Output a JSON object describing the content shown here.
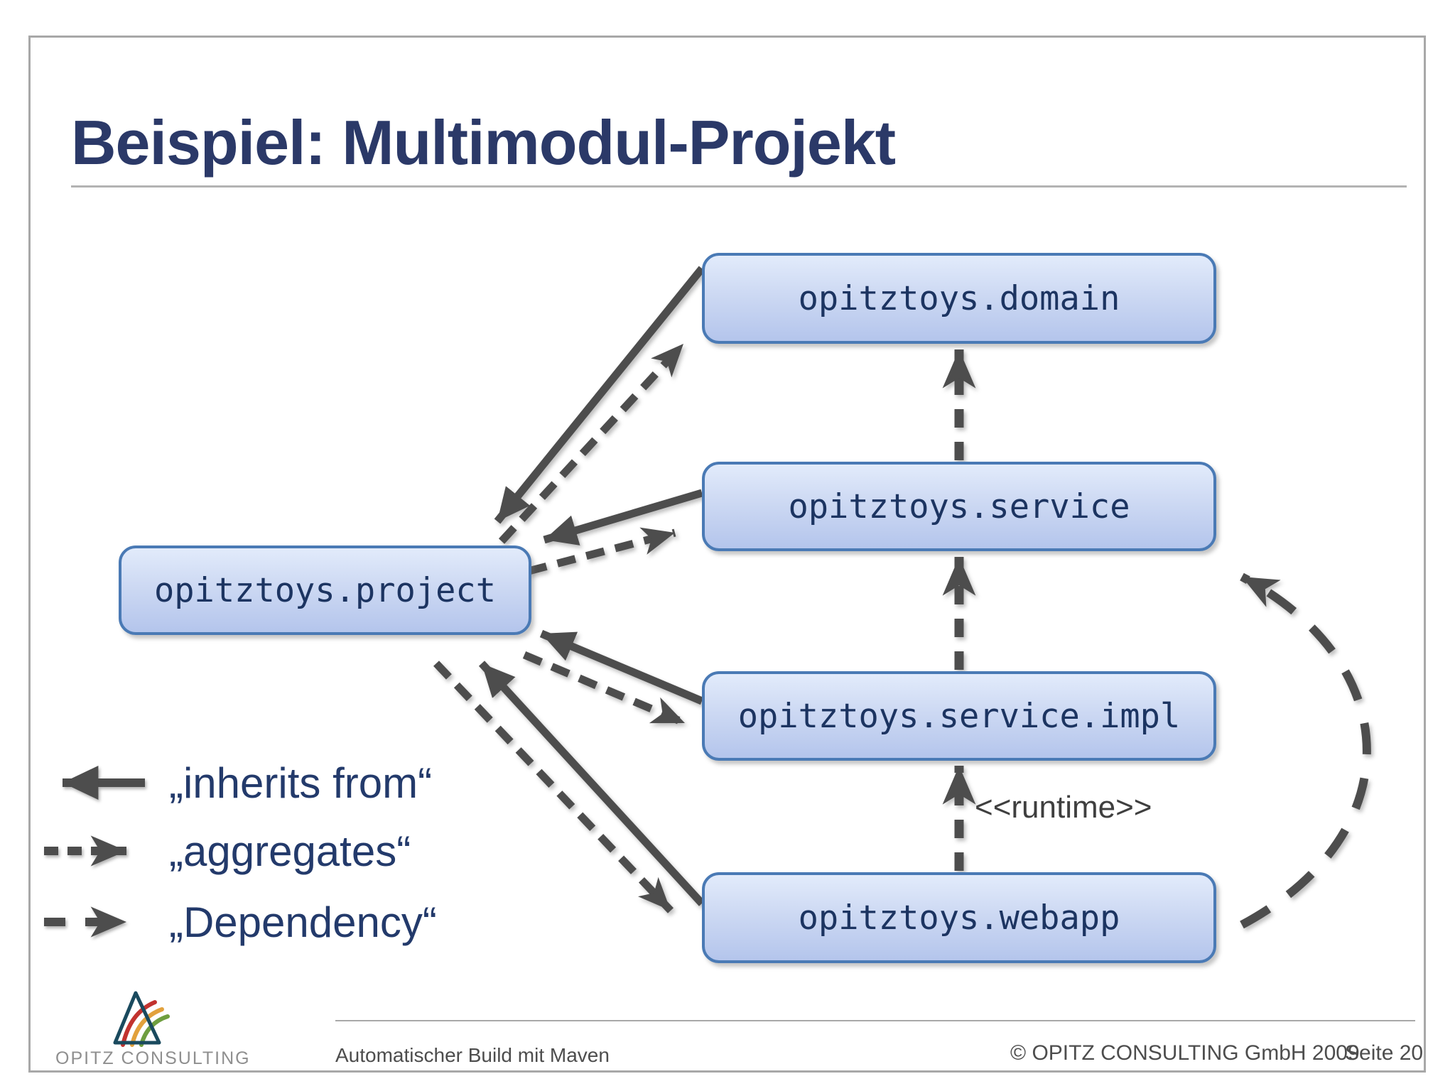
{
  "slide": {
    "title": "Beispiel: Multimodul-Projekt",
    "footer": {
      "left": "Automatischer Build mit Maven",
      "copyright": "© OPITZ CONSULTING GmbH 2009",
      "page": "Seite 20"
    },
    "logo_text": "OPITZ CONSULTING"
  },
  "diagram": {
    "modules": {
      "project": "opitztoys.project",
      "domain": "opitztoys.domain",
      "service": "opitztoys.service",
      "impl": "opitztoys.service.impl",
      "webapp": "opitztoys.webapp"
    },
    "runtime_label": "<<runtime>>",
    "legend": [
      {
        "style": "solid-arrow-left",
        "label": "„inherits from“"
      },
      {
        "style": "short-dash-arrow-right",
        "label": "„aggregates“"
      },
      {
        "style": "long-dash-arrow-right",
        "label": "„Dependency“"
      }
    ]
  },
  "colors": {
    "title_text": "#2b3968",
    "box_border": "#4a7ab5",
    "box_fill_top": "#e2ebfb",
    "box_fill_bottom": "#b4c5ec",
    "box_text": "#1c3461",
    "arrow": "#4d4d4d",
    "legend_text": "#233a6b",
    "runtime_text": "#3f3f3f",
    "footer_text": "#4d4d4d",
    "frame_border": "#a8a8a8",
    "logo_triangle": "#1a4a5e",
    "logo_arc_red": "#c2332f",
    "logo_arc_orange": "#e2a13c",
    "logo_arc_green": "#6f9e3f"
  }
}
